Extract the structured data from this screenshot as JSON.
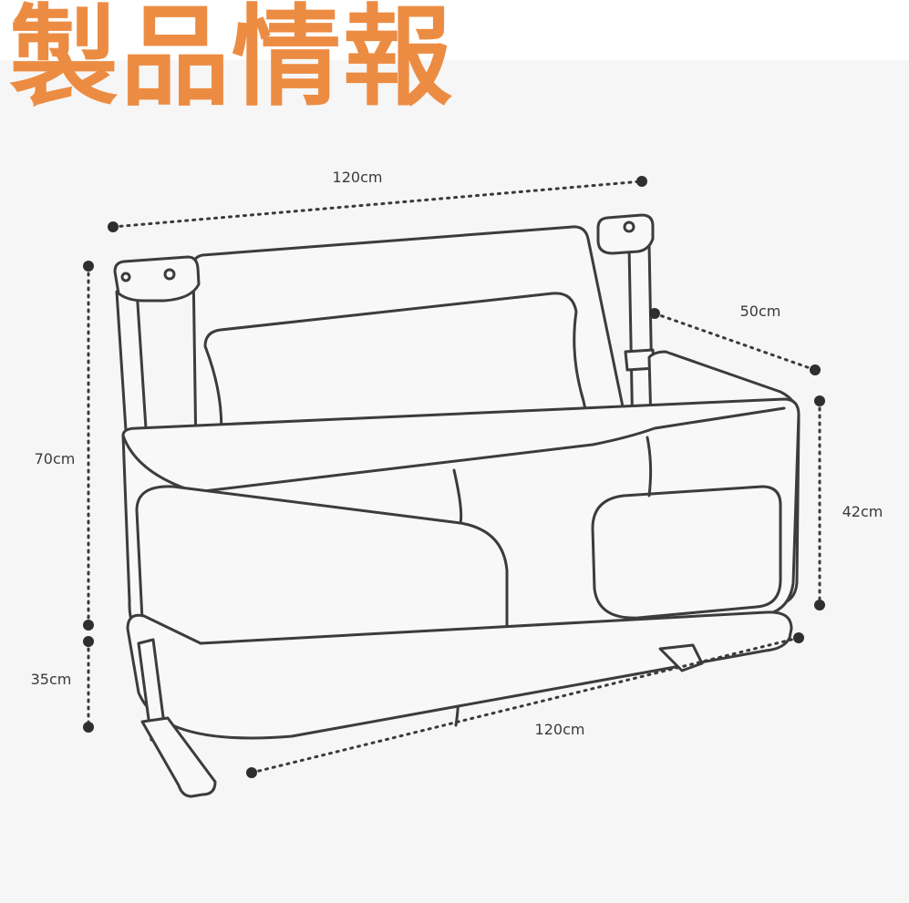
{
  "title": "製品情報",
  "colors": {
    "title": "#ec8c43",
    "outline": "#3c3c3c",
    "body": "#f8f8f8",
    "background": "#f6f6f6"
  },
  "dimensions": {
    "top_width": "120cm",
    "depth": "50cm",
    "total_height": "70cm",
    "bed_height": "42cm",
    "leg_height": "35cm",
    "bottom_width": "120cm"
  }
}
